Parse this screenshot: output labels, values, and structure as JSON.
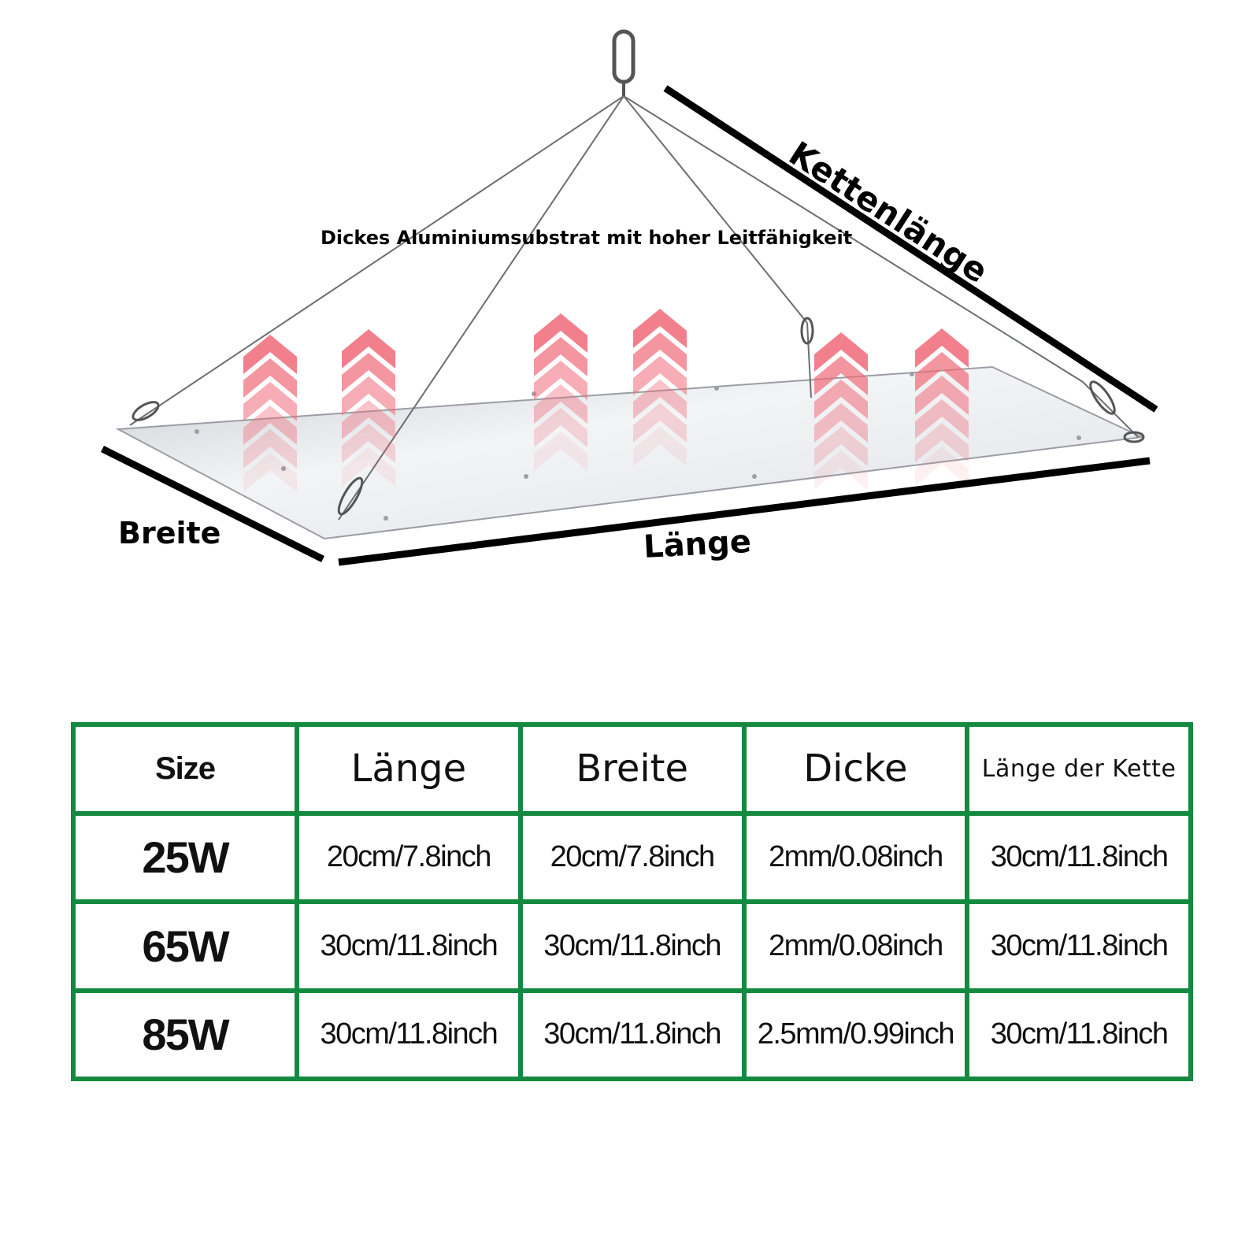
{
  "diagram": {
    "substrate_label": "Dickes Aluminiumsubstrat mit hoher Leitfähigkeit",
    "width_label": "Breite",
    "length_label": "Länge",
    "chain_label": "Kettenlänge",
    "arrow_color": "#f06a78",
    "plate_color": "#e9ebee"
  },
  "table": {
    "border_color": "#138a3f",
    "headers": [
      "Size",
      "Länge",
      "Breite",
      "Dicke",
      "Länge der Kette"
    ],
    "rows": [
      {
        "size": "25W",
        "length": "20cm/7.8inch",
        "width": "20cm/7.8inch",
        "thickness": "2mm/0.08inch",
        "chain": "30cm/11.8inch"
      },
      {
        "size": "65W",
        "length": "30cm/11.8inch",
        "width": "30cm/11.8inch",
        "thickness": "2mm/0.08inch",
        "chain": "30cm/11.8inch"
      },
      {
        "size": "85W",
        "length": "30cm/11.8inch",
        "width": "30cm/11.8inch",
        "thickness": "2.5mm/0.99inch",
        "chain": "30cm/11.8inch"
      }
    ]
  }
}
